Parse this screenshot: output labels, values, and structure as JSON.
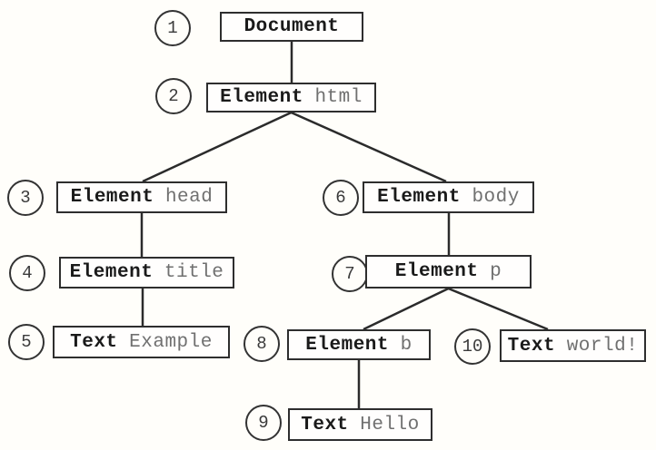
{
  "colors": {
    "background": "#fffefa",
    "box_border": "#2e2e2e",
    "connector_line": "#2b2b2b",
    "keyword_text": "#1a1a1a",
    "value_text": "#707070",
    "number_text": "#3a3a3a"
  },
  "nodes": [
    {
      "number": "1",
      "keyword": "Document",
      "value": ""
    },
    {
      "number": "2",
      "keyword": "Element",
      "value": "html"
    },
    {
      "number": "3",
      "keyword": "Element",
      "value": "head"
    },
    {
      "number": "4",
      "keyword": "Element",
      "value": "title"
    },
    {
      "number": "5",
      "keyword": "Text",
      "value": "Example"
    },
    {
      "number": "6",
      "keyword": "Element",
      "value": "body"
    },
    {
      "number": "7",
      "keyword": "Element",
      "value": "p"
    },
    {
      "number": "8",
      "keyword": "Element",
      "value": "b"
    },
    {
      "number": "9",
      "keyword": "Text",
      "value": "Hello"
    },
    {
      "number": "10",
      "keyword": "Text",
      "value": "world!"
    }
  ]
}
